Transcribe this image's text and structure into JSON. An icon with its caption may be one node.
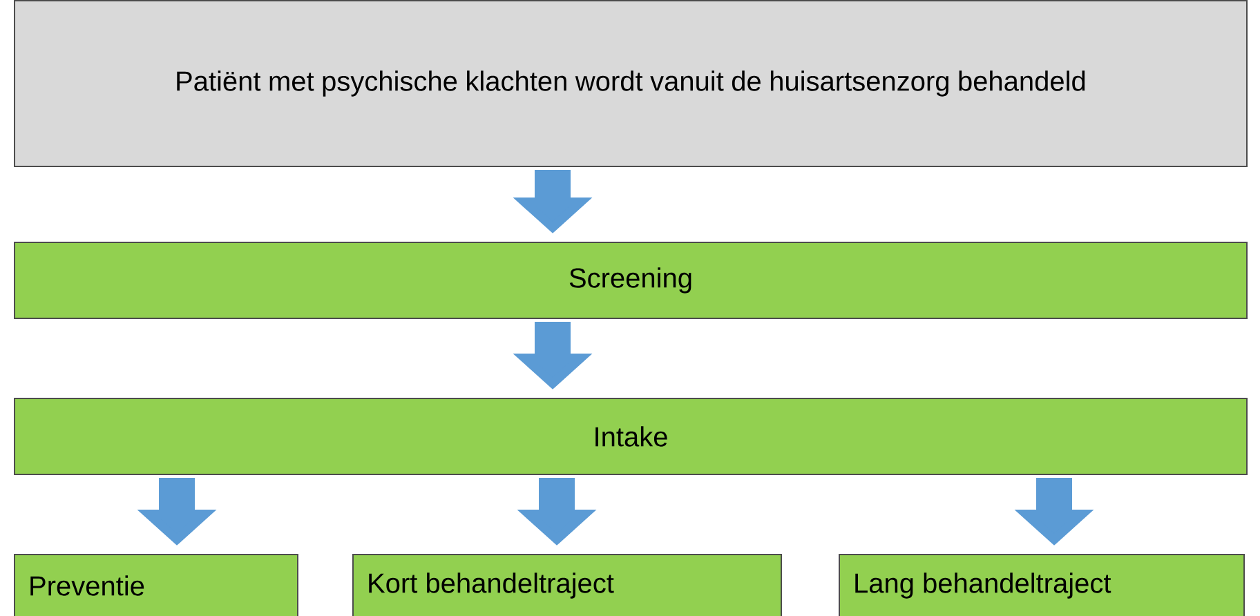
{
  "diagram": {
    "nodes": [
      {
        "text": [
          "Patiënt met psychische klachten wordt vanuit de huisartsenzorg behandeld"
        ]
      },
      {
        "text": [
          "Screening"
        ]
      },
      {
        "text": [
          "Intake"
        ]
      },
      {
        "text": [
          "Preventie"
        ]
      },
      {
        "text": [
          "Kort behandeltraject"
        ]
      },
      {
        "text": [
          "Lang behandeltraject"
        ]
      }
    ],
    "edges": [
      {
        "from": 0,
        "to": 1,
        "arrow": "to"
      },
      {
        "from": 1,
        "to": 2,
        "arrow": "to"
      },
      {
        "from": 2,
        "to": 3,
        "arrow": "to"
      },
      {
        "from": 2,
        "to": 4,
        "arrow": "to"
      },
      {
        "from": 2,
        "to": 5,
        "arrow": "to"
      }
    ]
  }
}
